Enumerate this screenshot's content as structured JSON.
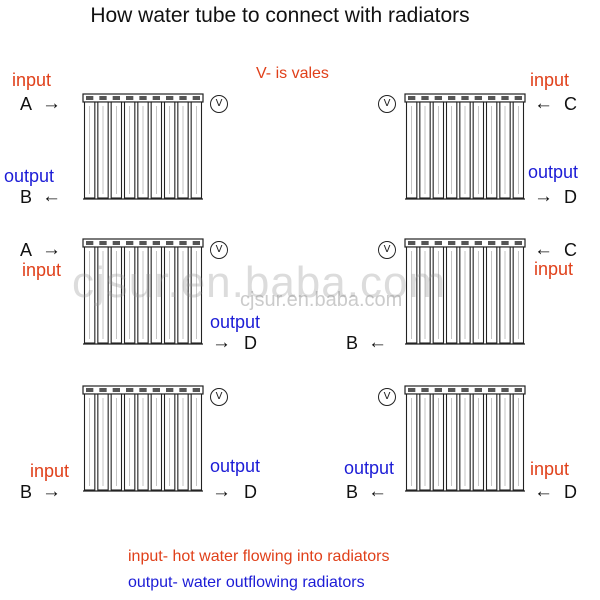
{
  "title": "How water tube to connect with radiators",
  "valve_legend": "V- is vales",
  "valve_symbol": "V",
  "input_word": "input",
  "output_word": "output",
  "arrow_right": "→",
  "arrow_left": "←",
  "letters": {
    "A": "A",
    "B": "B",
    "C": "C",
    "D": "D"
  },
  "watermark_large": "cjsur.en.baba.com",
  "watermark_small": "cjsur.en.baba.com",
  "notes": {
    "input": "input- hot water flowing into radiators",
    "output": "output- water outflowing radiators"
  },
  "colors": {
    "input": "#e0401a",
    "output": "#1c1cd6",
    "lines": "#222222"
  }
}
